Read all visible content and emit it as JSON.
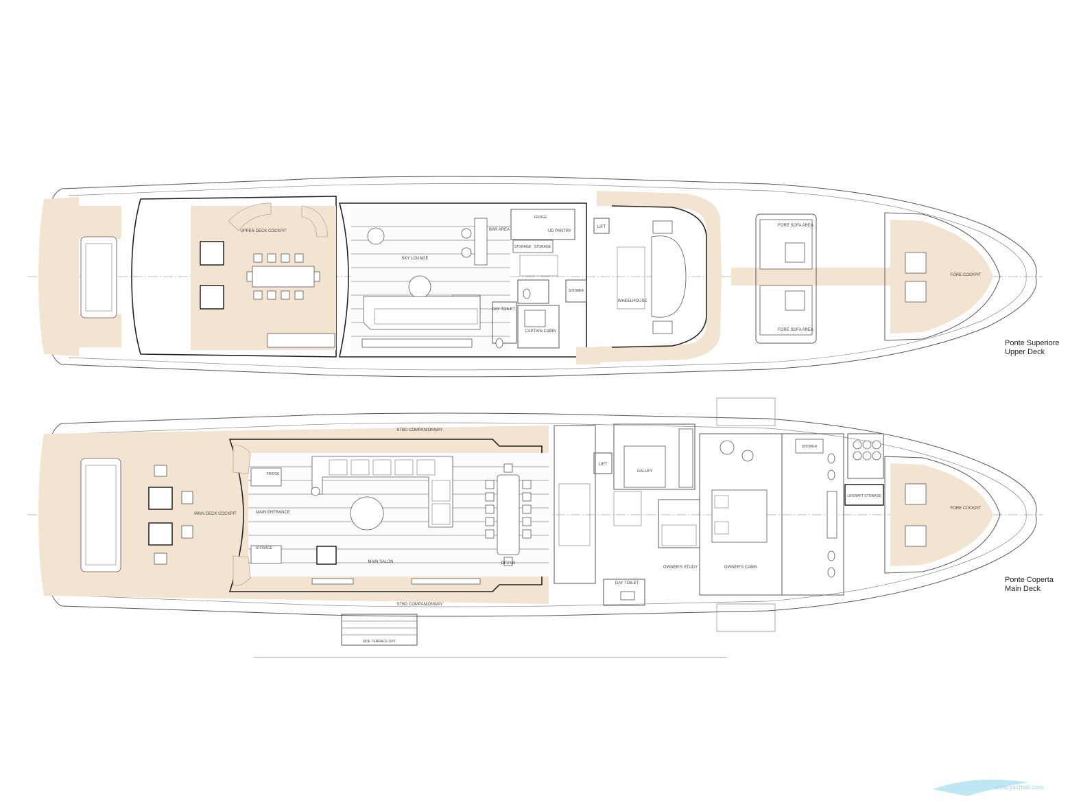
{
  "captions": {
    "upper": {
      "line1": "Ponte Superiore",
      "line2": "Upper Deck"
    },
    "main": {
      "line1": "Ponte Coperta",
      "line2": "Main Deck"
    }
  },
  "upper_deck_labels": {
    "cockpit": "UPPER DECK COCKPIT",
    "sky_lounge": "SKY LOUNGE",
    "bar_area": "BAR AREA",
    "ud_pantry": "UD PANTRY",
    "lift": "LIFT",
    "day_toilet": "DAY TOILET",
    "captain_cabin": "CAPTAIN CABIN",
    "wheelhouse": "WHEELHOUSE",
    "fore_sofa_area_top": "FORE SOFA AREA",
    "fore_sofa_area_bottom": "FORE SOFA AREA",
    "fore_cockpit": "FORE COCKPIT",
    "storage_1": "STORAGE",
    "storage_2": "STORAGE",
    "shower": "SHOWER",
    "fridge": "FRIDGE"
  },
  "main_deck_labels": {
    "stbd_companionway_top": "STBD COMPANIONWAY",
    "stbd_companionway_bottom": "STBD COMPANIONWAY",
    "main_deck_cockpit": "MAIN DECK COCKPIT",
    "main_entrance": "MAIN ENTRANCE",
    "main_salon": "MAIN SALON",
    "dining": "DINING",
    "lift": "LIFT",
    "galley": "GALLEY",
    "owners_study": "OWNER'S STUDY",
    "owners_cabin": "OWNER'S CABIN",
    "day_toilet": "DAY TOILET",
    "fore_cockpit": "FORE COCKPIT",
    "storage": "STORAGE",
    "fridge": "FRIDGE",
    "shower": "SHOWER",
    "liferaft_storage": "LIFERAFT STORAGE",
    "side_terrace": "SIDE TERRACE OPT."
  },
  "colors": {
    "teak": "#f3e4d2",
    "line": "#555555",
    "furniture_dark": "#111111"
  },
  "watermark": "www.yachtall.com"
}
